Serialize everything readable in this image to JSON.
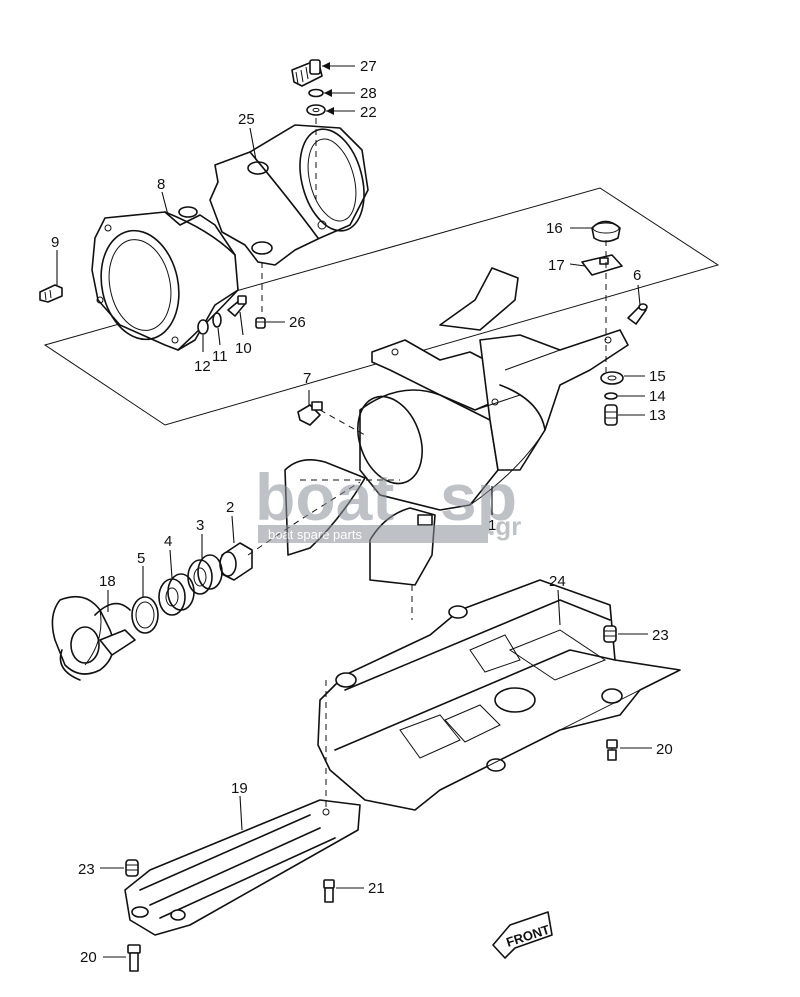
{
  "watermark": {
    "brand": "boat",
    "brand_tail": "sp",
    "tld": ".gr",
    "tagline": "boat spare parts",
    "color": "#8a8f96"
  },
  "front_marker": {
    "label": "FRONT"
  },
  "callouts": [
    {
      "id": "27",
      "label": "27"
    },
    {
      "id": "28",
      "label": "28"
    },
    {
      "id": "22",
      "label": "22"
    },
    {
      "id": "25",
      "label": "25"
    },
    {
      "id": "8",
      "label": "8"
    },
    {
      "id": "9",
      "label": "9"
    },
    {
      "id": "26",
      "label": "26"
    },
    {
      "id": "10",
      "label": "10"
    },
    {
      "id": "11",
      "label": "11"
    },
    {
      "id": "12",
      "label": "12"
    },
    {
      "id": "16",
      "label": "16"
    },
    {
      "id": "17",
      "label": "17"
    },
    {
      "id": "6",
      "label": "6"
    },
    {
      "id": "15",
      "label": "15"
    },
    {
      "id": "14",
      "label": "14"
    },
    {
      "id": "13",
      "label": "13"
    },
    {
      "id": "7",
      "label": "7"
    },
    {
      "id": "1",
      "label": "1"
    },
    {
      "id": "2",
      "label": "2"
    },
    {
      "id": "3",
      "label": "3"
    },
    {
      "id": "4",
      "label": "4"
    },
    {
      "id": "5",
      "label": "5"
    },
    {
      "id": "18",
      "label": "18"
    },
    {
      "id": "24",
      "label": "24"
    },
    {
      "id": "23a",
      "label": "23"
    },
    {
      "id": "20a",
      "label": "20"
    },
    {
      "id": "19",
      "label": "19"
    },
    {
      "id": "23b",
      "label": "23"
    },
    {
      "id": "21",
      "label": "21"
    },
    {
      "id": "20b",
      "label": "20"
    }
  ]
}
